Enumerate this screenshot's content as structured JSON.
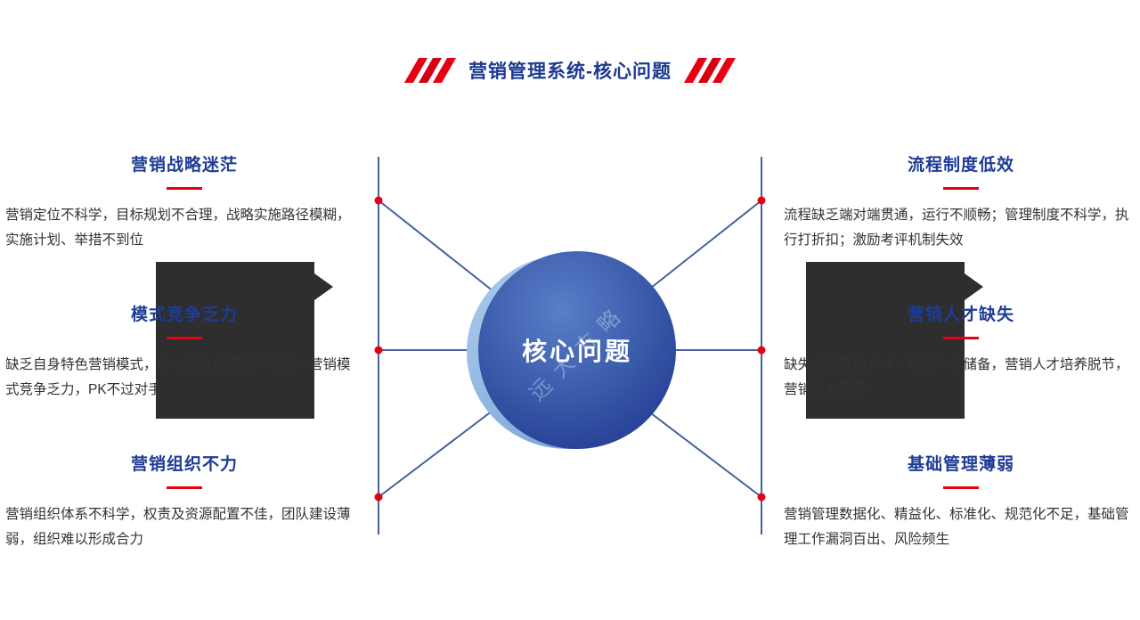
{
  "title": {
    "text": "营销管理系统-核心问题"
  },
  "center": {
    "label": "核心问题",
    "watermark": "远大方略"
  },
  "sections": {
    "left": [
      {
        "heading": "营销战略迷茫",
        "body": "营销定位不科学，目标规划不合理，战略实施路径模糊，实施计划、举措不到位"
      },
      {
        "heading": "模式竞争乏力",
        "body": "缺乏自身特色营销模式，难以高效创造客户价值，营销模式竞争乏力，PK不过对手"
      },
      {
        "heading": "营销组织不力",
        "body": "营销组织体系不科学，权责及资源配置不佳，团队建设薄弱，组织难以形成合力"
      }
    ],
    "right": [
      {
        "heading": "流程制度低效",
        "body": "流程缺乏端对端贯通，运行不顺畅；管理制度不科学，执行打折扣；激励考评机制失效"
      },
      {
        "heading": "营销人才缺失",
        "body": "缺失关键营销人才，缺乏人才储备，营销人才培养脱节，营销能力不足"
      },
      {
        "heading": "基础管理薄弱",
        "body": "营销管理数据化、精益化、标准化、规范化不足，基础管理工作漏洞百出、风险频生"
      }
    ]
  },
  "colors": {
    "accent_red": "#e60012",
    "title_blue": "#1d3a8f",
    "heading_blue": "#1e3c96",
    "line_blue": "#46619e",
    "sphere_blue": "#2a459a",
    "dark_box": "#2e2e2e",
    "body_text": "#333333"
  }
}
